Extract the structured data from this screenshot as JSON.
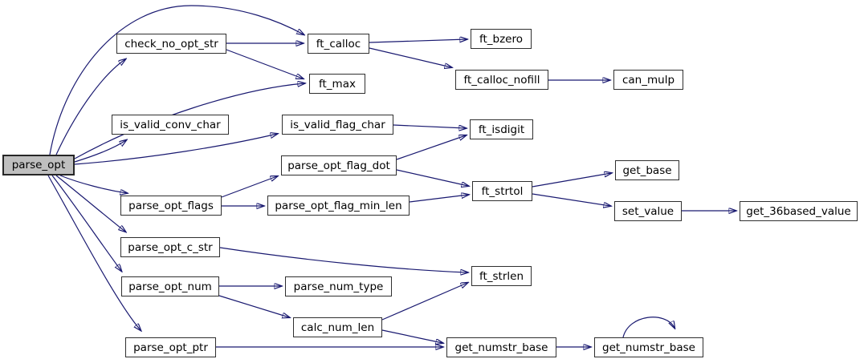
{
  "diagram": {
    "type": "call-graph",
    "root": "parse_opt",
    "colors": {
      "edge": "#191970",
      "node_fill": "#ffffff",
      "node_border": "#2f2f2f",
      "root_fill": "#bfbfbf",
      "background": "#ffffff"
    },
    "nodes": [
      {
        "id": "parse_opt",
        "label": "parse_opt"
      },
      {
        "id": "check_no_opt_str",
        "label": "check_no_opt_str"
      },
      {
        "id": "ft_calloc",
        "label": "ft_calloc"
      },
      {
        "id": "ft_bzero",
        "label": "ft_bzero"
      },
      {
        "id": "ft_calloc_nofill",
        "label": "ft_calloc_nofill"
      },
      {
        "id": "can_mulp",
        "label": "can_mulp"
      },
      {
        "id": "ft_max",
        "label": "ft_max"
      },
      {
        "id": "is_valid_conv_char",
        "label": "is_valid_conv_char"
      },
      {
        "id": "is_valid_flag_char",
        "label": "is_valid_flag_char"
      },
      {
        "id": "ft_isdigit",
        "label": "ft_isdigit"
      },
      {
        "id": "parse_opt_flag_dot",
        "label": "parse_opt_flag_dot"
      },
      {
        "id": "ft_strtol",
        "label": "ft_strtol"
      },
      {
        "id": "get_base",
        "label": "get_base"
      },
      {
        "id": "set_value",
        "label": "set_value"
      },
      {
        "id": "get_36based_value",
        "label": "get_36based_value"
      },
      {
        "id": "parse_opt_flags",
        "label": "parse_opt_flags"
      },
      {
        "id": "parse_opt_flag_min_len",
        "label": "parse_opt_flag_min_len"
      },
      {
        "id": "parse_opt_c_str",
        "label": "parse_opt_c_str"
      },
      {
        "id": "parse_opt_num",
        "label": "parse_opt_num"
      },
      {
        "id": "parse_num_type",
        "label": "parse_num_type"
      },
      {
        "id": "calc_num_len",
        "label": "calc_num_len"
      },
      {
        "id": "ft_strlen",
        "label": "ft_strlen"
      },
      {
        "id": "parse_opt_ptr",
        "label": "parse_opt_ptr"
      },
      {
        "id": "get_numstr_base",
        "label": "get_numstr_base"
      },
      {
        "id": "get_numstr_base_2",
        "label": "get_numstr_base"
      }
    ],
    "edges": [
      {
        "from": "parse_opt",
        "to": "ft_calloc"
      },
      {
        "from": "parse_opt",
        "to": "check_no_opt_str"
      },
      {
        "from": "parse_opt",
        "to": "ft_max"
      },
      {
        "from": "parse_opt",
        "to": "is_valid_conv_char"
      },
      {
        "from": "parse_opt",
        "to": "is_valid_flag_char"
      },
      {
        "from": "parse_opt",
        "to": "parse_opt_flags"
      },
      {
        "from": "parse_opt",
        "to": "parse_opt_c_str"
      },
      {
        "from": "parse_opt",
        "to": "parse_opt_num"
      },
      {
        "from": "parse_opt",
        "to": "parse_opt_ptr"
      },
      {
        "from": "check_no_opt_str",
        "to": "ft_calloc"
      },
      {
        "from": "check_no_opt_str",
        "to": "ft_max"
      },
      {
        "from": "ft_calloc",
        "to": "ft_bzero"
      },
      {
        "from": "ft_calloc",
        "to": "ft_calloc_nofill"
      },
      {
        "from": "ft_calloc_nofill",
        "to": "can_mulp"
      },
      {
        "from": "is_valid_flag_char",
        "to": "ft_isdigit"
      },
      {
        "from": "parse_opt_flag_dot",
        "to": "ft_isdigit"
      },
      {
        "from": "parse_opt_flag_dot",
        "to": "ft_strtol"
      },
      {
        "from": "parse_opt_flag_min_len",
        "to": "ft_strtol"
      },
      {
        "from": "parse_opt_flags",
        "to": "parse_opt_flag_dot"
      },
      {
        "from": "parse_opt_flags",
        "to": "parse_opt_flag_min_len"
      },
      {
        "from": "ft_strtol",
        "to": "get_base"
      },
      {
        "from": "ft_strtol",
        "to": "set_value"
      },
      {
        "from": "set_value",
        "to": "get_36based_value"
      },
      {
        "from": "parse_opt_c_str",
        "to": "ft_strlen"
      },
      {
        "from": "parse_opt_num",
        "to": "parse_num_type"
      },
      {
        "from": "parse_opt_num",
        "to": "calc_num_len"
      },
      {
        "from": "calc_num_len",
        "to": "ft_strlen"
      },
      {
        "from": "calc_num_len",
        "to": "get_numstr_base"
      },
      {
        "from": "parse_opt_ptr",
        "to": "get_numstr_base"
      },
      {
        "from": "get_numstr_base",
        "to": "get_numstr_base_2"
      },
      {
        "from": "get_numstr_base_2",
        "to": "get_numstr_base_2"
      }
    ]
  }
}
